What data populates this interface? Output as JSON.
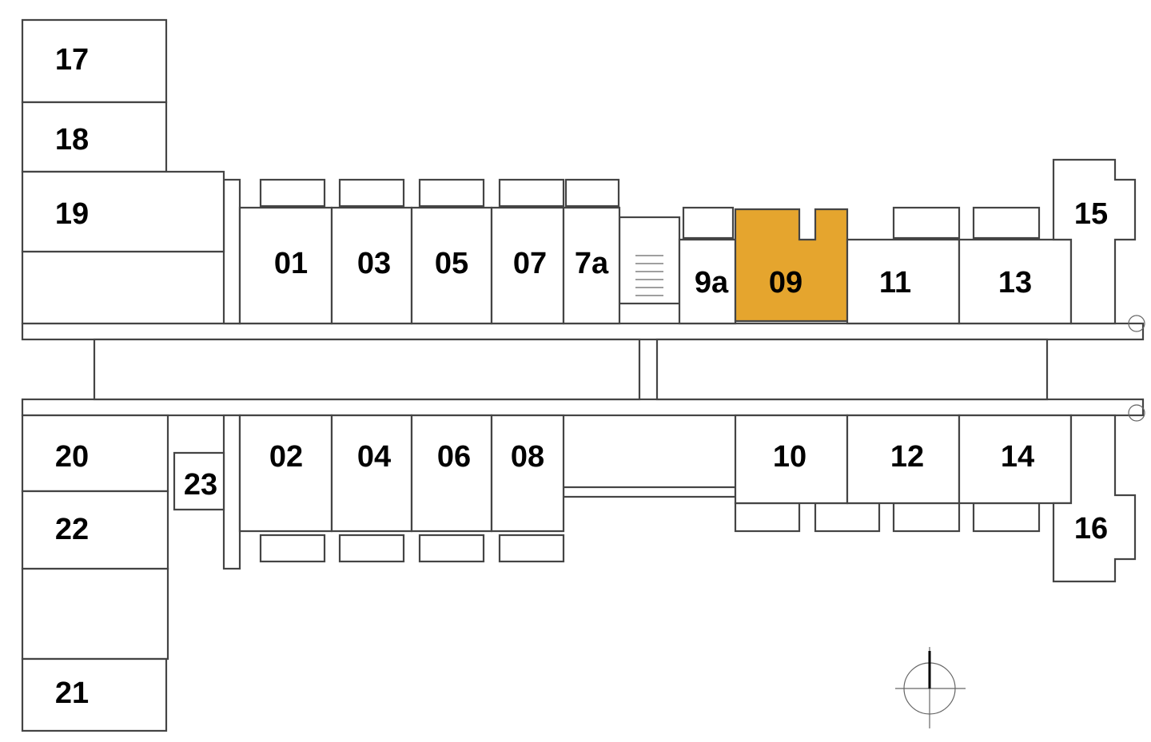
{
  "floor_plan": {
    "highlight_color": "#E5A52E",
    "selected_unit": "09",
    "units": [
      "17",
      "18",
      "19",
      "01",
      "03",
      "05",
      "07",
      "7a",
      "9a",
      "09",
      "11",
      "13",
      "15",
      "20",
      "23",
      "22",
      "02",
      "04",
      "06",
      "08",
      "10",
      "12",
      "14",
      "16",
      "21"
    ]
  },
  "compass": {
    "icon": "north-arrow-icon"
  }
}
